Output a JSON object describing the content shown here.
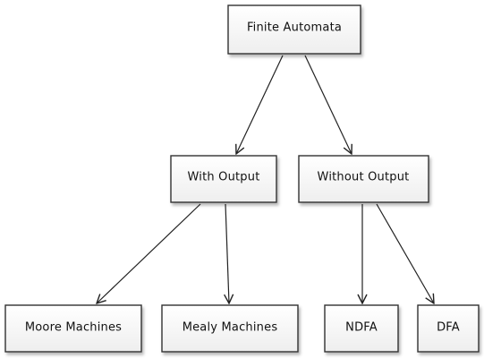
{
  "diagram": {
    "root": {
      "label": "Finite Automata"
    },
    "with_output": {
      "label": "With Output",
      "children": {
        "moore": {
          "label": "Moore Machines"
        },
        "mealy": {
          "label": "Mealy Machines"
        }
      }
    },
    "without_output": {
      "label": "Without Output",
      "children": {
        "ndfa": {
          "label": "NDFA"
        },
        "dfa": {
          "label": "DFA"
        }
      }
    },
    "edges": [
      {
        "from": "root",
        "to": "with_output"
      },
      {
        "from": "root",
        "to": "without_output"
      },
      {
        "from": "with_output",
        "to": "moore"
      },
      {
        "from": "with_output",
        "to": "mealy"
      },
      {
        "from": "without_output",
        "to": "ndfa"
      },
      {
        "from": "without_output",
        "to": "dfa"
      }
    ]
  }
}
